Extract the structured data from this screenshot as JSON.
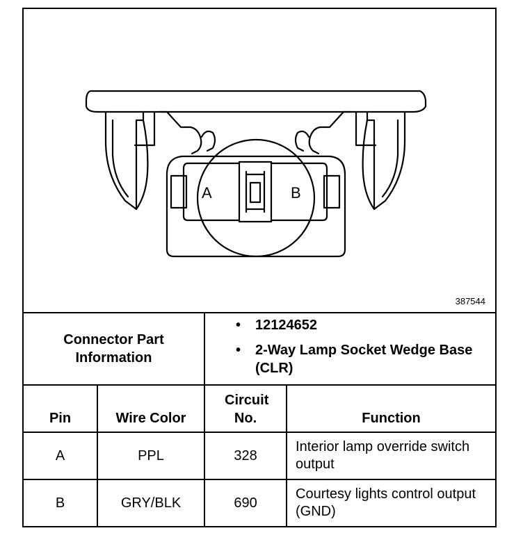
{
  "figure": {
    "id": "387544",
    "pin_a_label": "A",
    "pin_b_label": "B"
  },
  "connector": {
    "label": "Connector Part Information",
    "bullets": [
      "12124652",
      "2-Way Lamp Socket Wedge Base (CLR)"
    ]
  },
  "table": {
    "headers": {
      "pin": "Pin",
      "wire_color": "Wire Color",
      "circuit": "Circuit No.",
      "function": "Function"
    },
    "rows": [
      {
        "pin": "A",
        "wire_color": "PPL",
        "circuit": "328",
        "function": "Interior lamp override switch output"
      },
      {
        "pin": "B",
        "wire_color": "GRY/BLK",
        "circuit": "690",
        "function": "Courtesy lights control output (GND)"
      }
    ]
  }
}
